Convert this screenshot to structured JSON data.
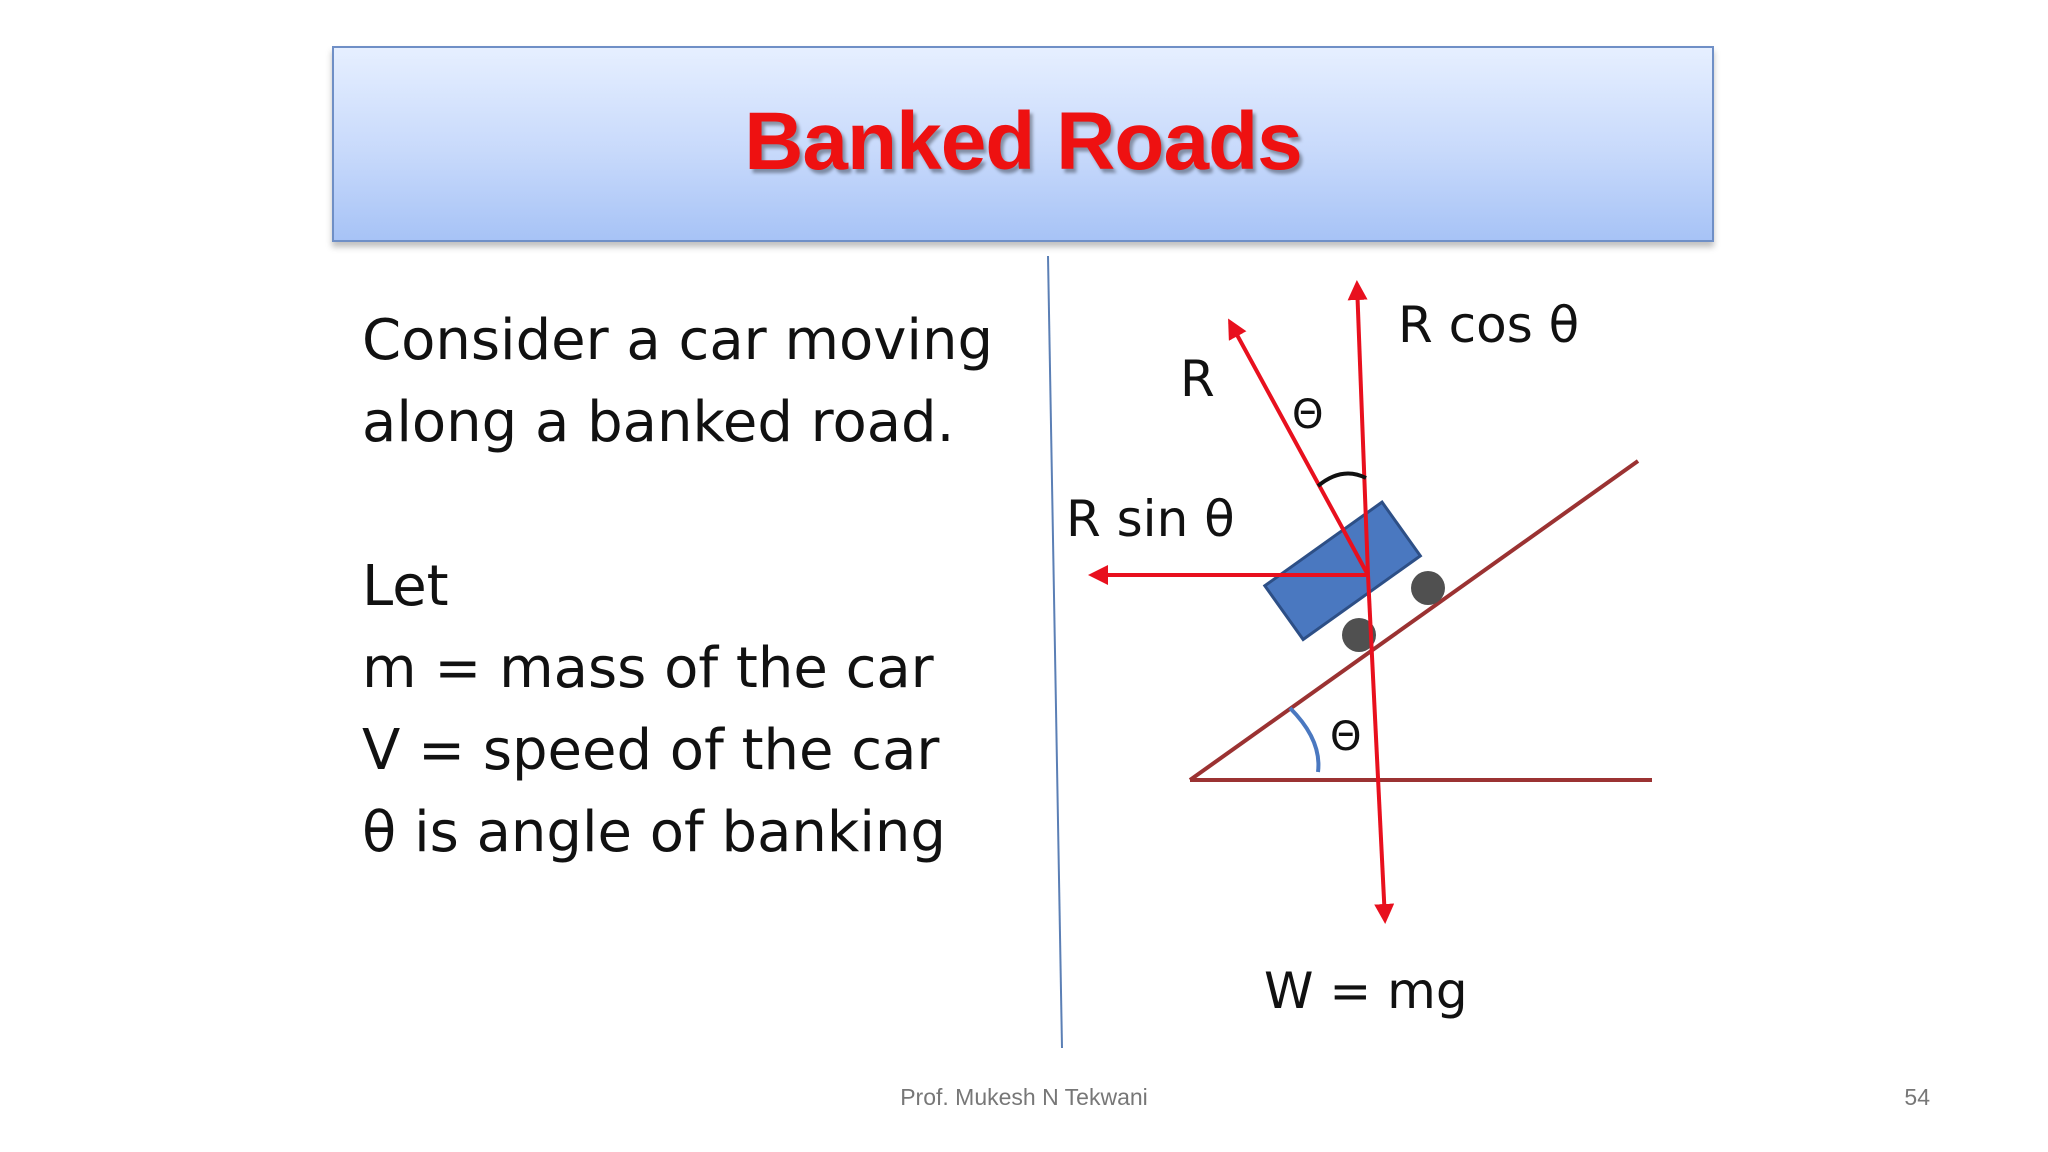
{
  "slide": {
    "title": "Banked Roads",
    "body_lines": [
      "Consider a car moving",
      "along a banked road.",
      "",
      "Let",
      "m = mass of the car",
      "V = speed of the car",
      "θ  is angle of banking"
    ],
    "footer_author": "Prof. Mukesh N Tekwani",
    "page_number": "54"
  },
  "diagram": {
    "labels": {
      "r_cos": "R cos θ",
      "r": "R",
      "theta_top": "Θ",
      "r_sin": "R sin θ",
      "theta_bottom": "Θ",
      "weight": "W = mg"
    },
    "colors": {
      "force_arrow": "#e8101e",
      "road": "#9b3232",
      "car_body": "#4a78c0",
      "car_outline": "#2d4f86",
      "wheel": "#505050",
      "angle_arc_top": "#111111",
      "angle_arc_bottom": "#4a78c0",
      "divider": "#5b7fb5"
    }
  }
}
